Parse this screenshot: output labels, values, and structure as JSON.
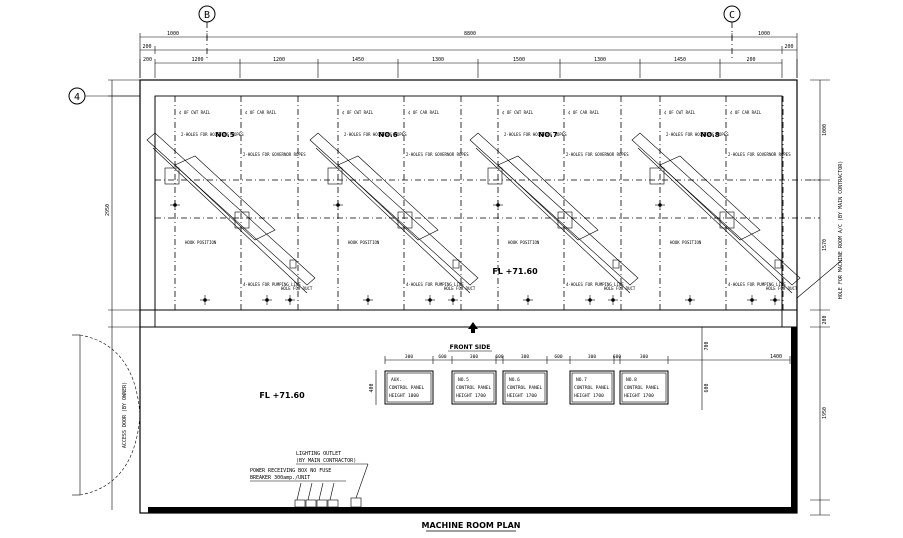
{
  "grid": {
    "b": "B",
    "c": "C",
    "row": "4"
  },
  "dims": {
    "top_left": "1000",
    "top_total": "8800",
    "top_right": "1000",
    "left_small": "200",
    "right_small": "200",
    "seg": [
      "200",
      "1200",
      "1200",
      "1450",
      "1300",
      "1500",
      "1300",
      "1450",
      "200"
    ],
    "left_height": "2950",
    "right_a": "1000",
    "right_b": "1570",
    "right_c": "1950",
    "right_d": "200",
    "panel_top": "700",
    "panel_h": "600",
    "panel_row": [
      "300",
      "600",
      "300",
      "600",
      "300",
      "600",
      "300",
      "600",
      "300"
    ],
    "panel_gap": "1400",
    "panel_left": "400"
  },
  "cars": [
    {
      "label": "NO.5",
      "cwt_rail": "¢ OF CWT RAIL",
      "car_rail": "¢ OF CAR RAIL",
      "hoist": "2-HOLES FOR HOISTING ROPES",
      "gov": "2-HOLES FOR GOVERNOR ROPES",
      "hook": "HOOK POSITION",
      "duct": "HOLE FOR DUCT",
      "pump": "4-HOLES FOR PUMPING LINE"
    },
    {
      "label": "NO.6",
      "cwt_rail": "¢ OF CWT RAIL",
      "car_rail": "¢ OF CAR RAIL",
      "hoist": "2-HOLES FOR HOISTING ROPES",
      "gov": "2-HOLES FOR GOVERNOR ROPES",
      "hook": "HOOK POSITION",
      "duct": "HOLE FOR DUCT",
      "pump": "4-HOLES FOR PUMPING LINE"
    },
    {
      "label": "NO.7",
      "cwt_rail": "¢ OF CWT RAIL",
      "car_rail": "¢ OF CAR RAIL",
      "hoist": "2-HOLES FOR HOISTING ROPES",
      "gov": "2-HOLES FOR GOVERNOR ROPES",
      "hook": "HOOK POSITION",
      "duct": "HOLE FOR DUCT",
      "pump": "4-HOLES FOR PUMPING LINE"
    },
    {
      "label": "NO.8",
      "cwt_rail": "¢ OF CWT RAIL",
      "car_rail": "¢ OF CAR RAIL",
      "hoist": "2-HOLES FOR HOISTING ROPES",
      "gov": "2-HOLES FOR GOVERNOR ROPES",
      "hook": "HOOK POSITION",
      "duct": "HOLE FOR DUCT",
      "pump": "4-HOLES FOR PUMPING LINE"
    }
  ],
  "fl_shaft": "FL +71.60",
  "fl_room": "FL +71.60",
  "front_side": "FRONT SIDE",
  "door_label": "ACCESS DOOR (BY OWNER)",
  "right_note": "HOLE FOR MACHINE ROOM A/C (BY MAIN CONTRACTOR)",
  "panels": [
    {
      "line1": "AUX.",
      "line2": "CONTROL PANEL",
      "line3": "HEIGHT 1800"
    },
    {
      "line1": "NO.5",
      "line2": "CONTROL PANEL",
      "line3": "HEIGHT 1700"
    },
    {
      "line1": "NO.6",
      "line2": "CONTROL PANEL",
      "line3": "HEIGHT 1700"
    },
    {
      "line1": "NO.7",
      "line2": "CONTROL PANEL",
      "line3": "HEIGHT 1700"
    },
    {
      "line1": "NO.8",
      "line2": "CONTROL PANEL",
      "line3": "HEIGHT 1700"
    }
  ],
  "lighting": {
    "line1": "LIGHTING OUTLET",
    "line2": "(BY MAIN CONTRACTOR)"
  },
  "power": {
    "line1": "POWER RECEIVING BOX NO FUSE",
    "line2": "BREAKER 300amp./UNIT"
  },
  "title": "MACHINE ROOM PLAN",
  "colors": {
    "ink": "#000000",
    "paper": "#ffffff"
  }
}
